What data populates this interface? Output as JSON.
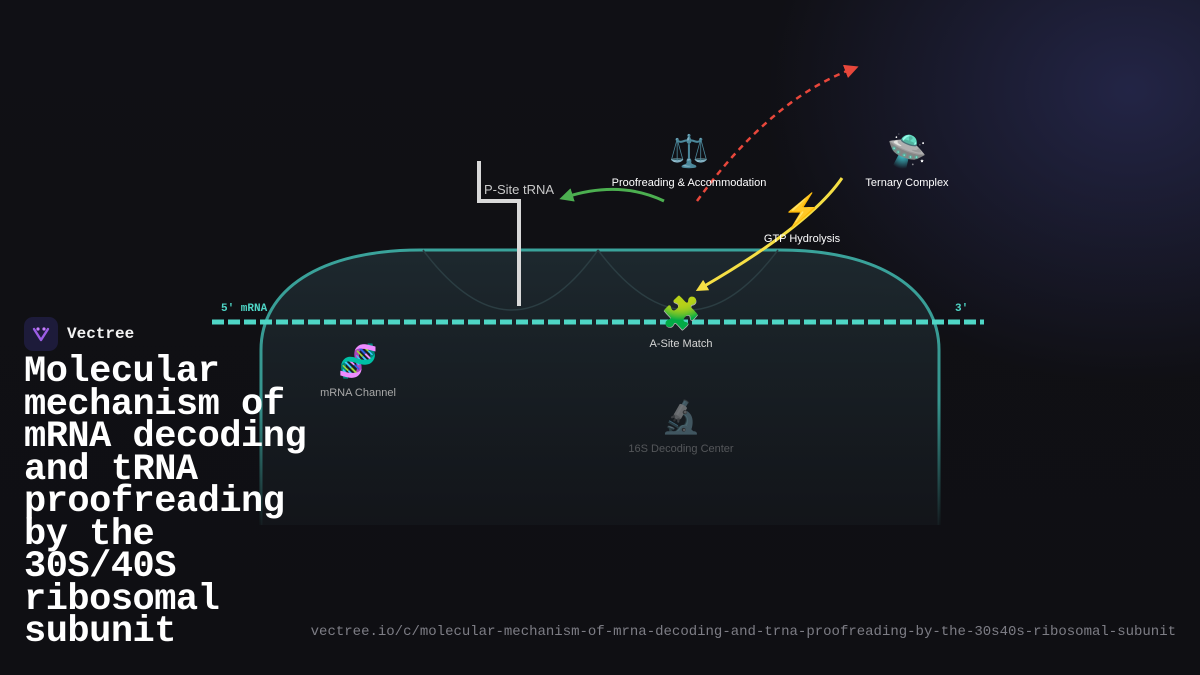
{
  "diagram": {
    "labels": {
      "p_site_trna": "P-Site tRNA",
      "proofreading": "Proofreading & Accommodation",
      "ternary_complex": "Ternary Complex",
      "gtp_hydrolysis": "GTP Hydrolysis",
      "mrna_5": "5' mRNA",
      "mrna_3": "3'",
      "a_site_match": "A-Site Match",
      "mrna_channel": "mRNA Channel",
      "decoding_center": "16S Decoding Center"
    },
    "icons": {
      "proofreading": "⚖️",
      "ternary_complex": "🛸",
      "gtp_hydrolysis": "⚡",
      "a_site_match": "🧩",
      "mrna_channel": "🧬",
      "decoding_center": "🔬"
    },
    "colors": {
      "ribosome_outline": "#3aa39b",
      "mrna": "#4fd6c6",
      "gtp_arrow": "#f5df45",
      "reject_arrow": "#e8473b",
      "translocate_arrow": "#4caf50",
      "trna": "#d9d9d9"
    }
  },
  "brand": {
    "name": "Vectree"
  },
  "title": "Molecular mechanism of mRNA decoding and tRNA proofreading by the 30S/40S ribosomal subunit",
  "url": "vectree.io/c/molecular-mechanism-of-mrna-decoding-and-trna-proofreading-by-the-30s40s-ribosomal-subunit"
}
